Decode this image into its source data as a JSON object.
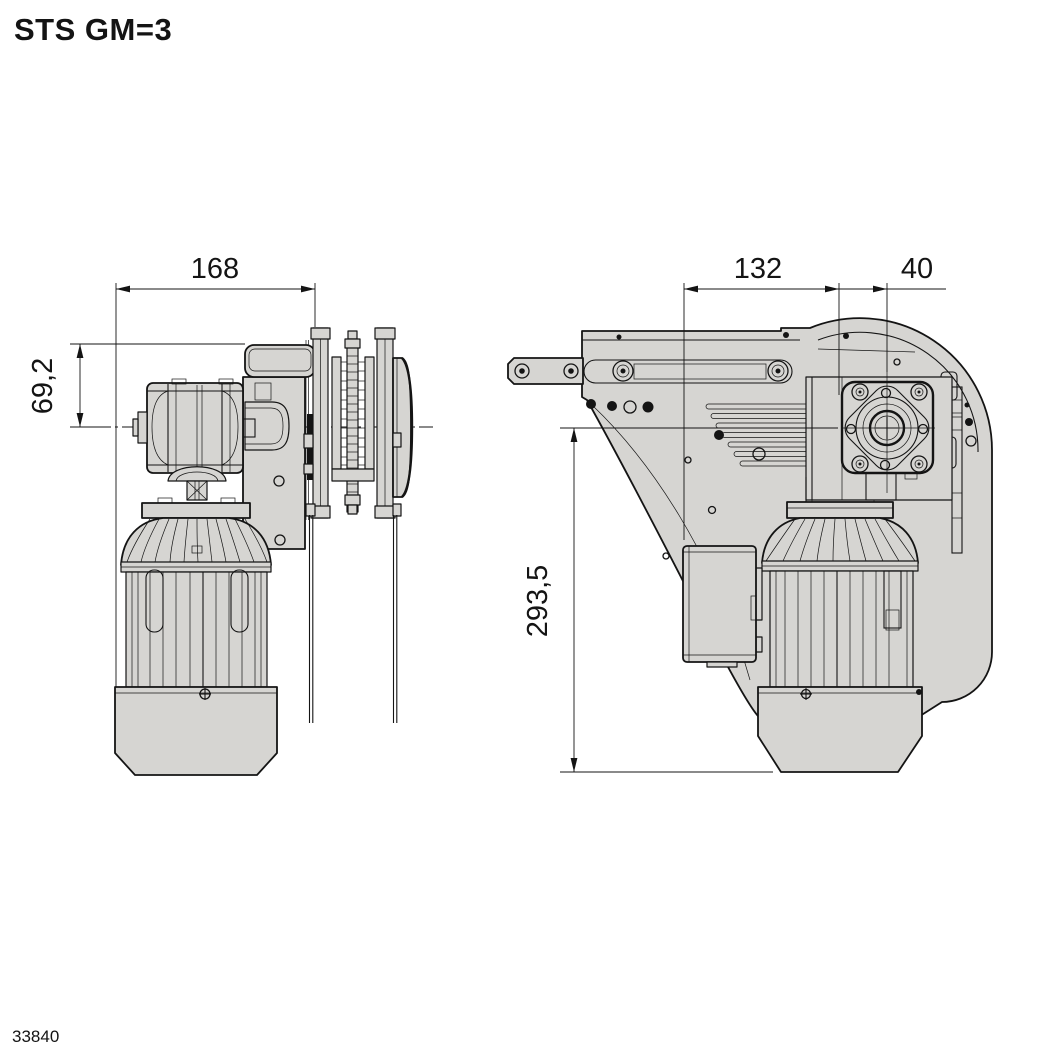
{
  "title": "STS GM=3",
  "drawing_number": "33840",
  "dimensions": {
    "side_view_width": "168",
    "side_view_height": "69,2",
    "front_view_width": "132",
    "front_view_offset": "40",
    "front_view_height": "293,5"
  },
  "colors": {
    "part_fill": "#d6d5d2",
    "line": "#141414",
    "background": "#ffffff"
  }
}
